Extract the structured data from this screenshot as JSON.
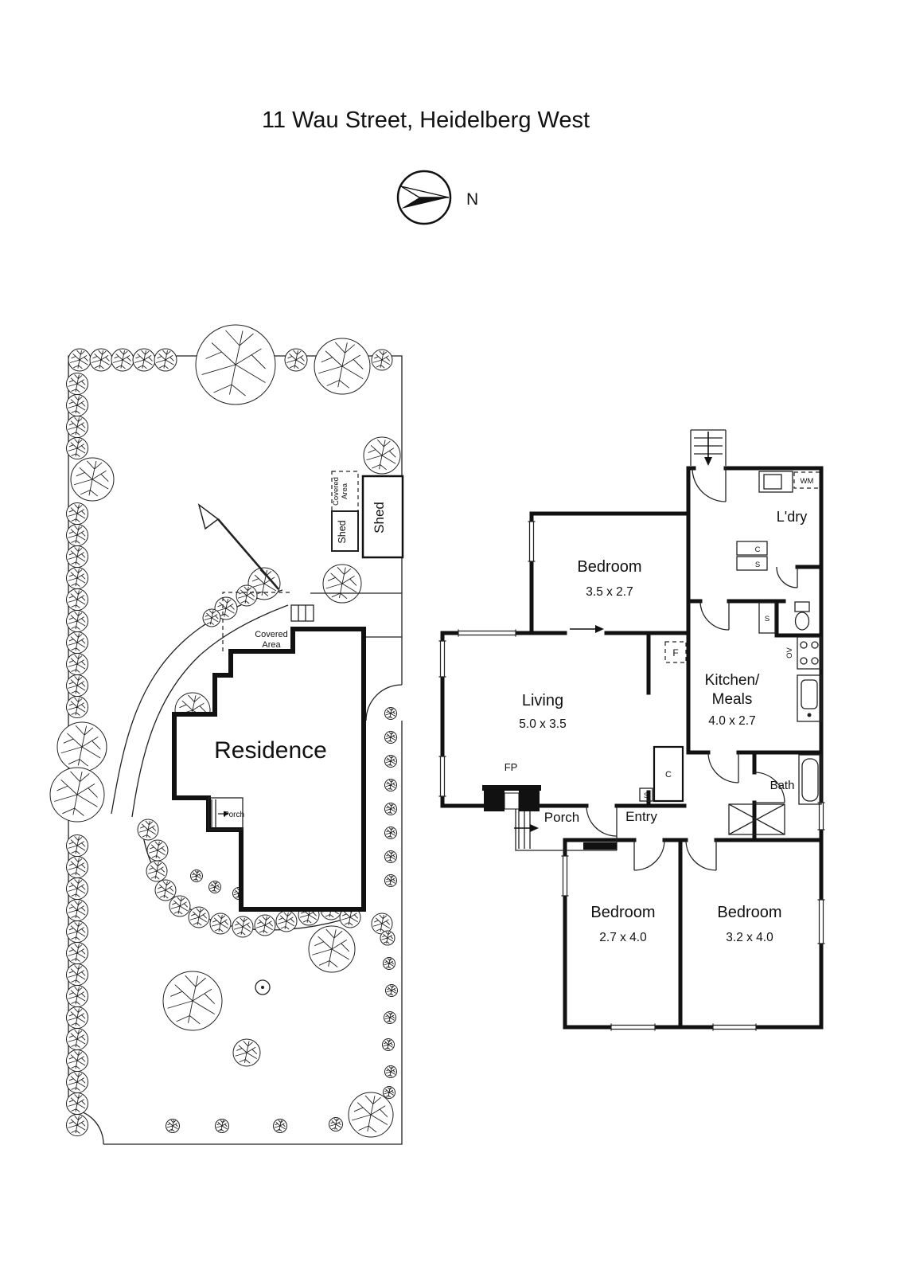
{
  "title": "11 Wau Street, Heidelberg West",
  "compass": {
    "north_label": "N"
  },
  "site_plan": {
    "residence": "Residence",
    "porch": "Porch",
    "covered_area_1_line1": "Covered",
    "covered_area_1_line2": "Area",
    "shed_small": "Shed",
    "shed_large": "Shed",
    "covered_area_2_line1": "Covered",
    "covered_area_2_line2": "Area"
  },
  "floor_plan": {
    "bedroom1": {
      "name": "Bedroom",
      "dims": "3.5 x 2.7"
    },
    "living": {
      "name": "Living",
      "dims": "5.0 x 3.5"
    },
    "kitchen": {
      "name_line1": "Kitchen/",
      "name_line2": "Meals",
      "dims": "4.0 x 2.7"
    },
    "laundry": {
      "name": "L'dry"
    },
    "bath": {
      "name": "Bath"
    },
    "entry": {
      "name": "Entry"
    },
    "porch": {
      "name": "Porch"
    },
    "bedroom2": {
      "name": "Bedroom",
      "dims": "2.7 x 4.0"
    },
    "bedroom3": {
      "name": "Bedroom",
      "dims": "3.2 x 4.0"
    }
  },
  "fixtures": {
    "wm": "WM",
    "ov": "OV",
    "fp": "FP",
    "fridge": "F",
    "cupboard": "C",
    "shelf": "S"
  }
}
